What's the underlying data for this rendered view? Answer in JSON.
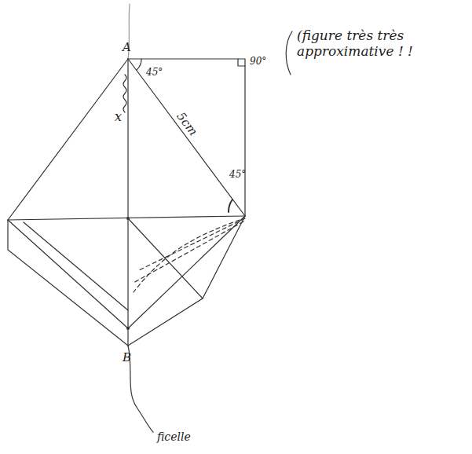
{
  "diagram": {
    "labels": [
      "A",
      "45°",
      "90°",
      "5cm",
      "x",
      "45°",
      "B",
      "ficelle",
      "(figure très très approximative ! !"
    ]
  }
}
